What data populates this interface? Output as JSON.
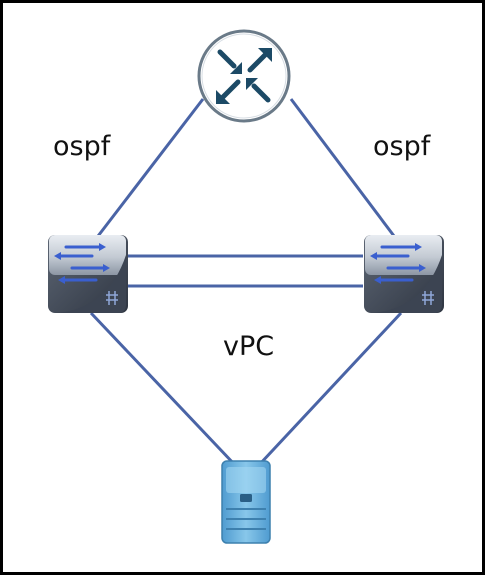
{
  "labels": {
    "ospf_left": "ospf",
    "ospf_right": "ospf",
    "vpc": "vPC"
  },
  "colors": {
    "link": "#4a64a6",
    "router_fill": "#ffffff",
    "router_border": "#6a7a88",
    "router_arrows": "#1c4a66",
    "switch_body": "#8a94a2",
    "switch_face": "#c4cbd4",
    "switch_arrows": "#3a5fcf",
    "server_body": "#6ab2dc",
    "server_dark": "#3d80ae"
  },
  "icons": {
    "router": "router-icon",
    "switch_left": "switch-icon",
    "switch_right": "switch-icon",
    "server": "server-icon"
  }
}
